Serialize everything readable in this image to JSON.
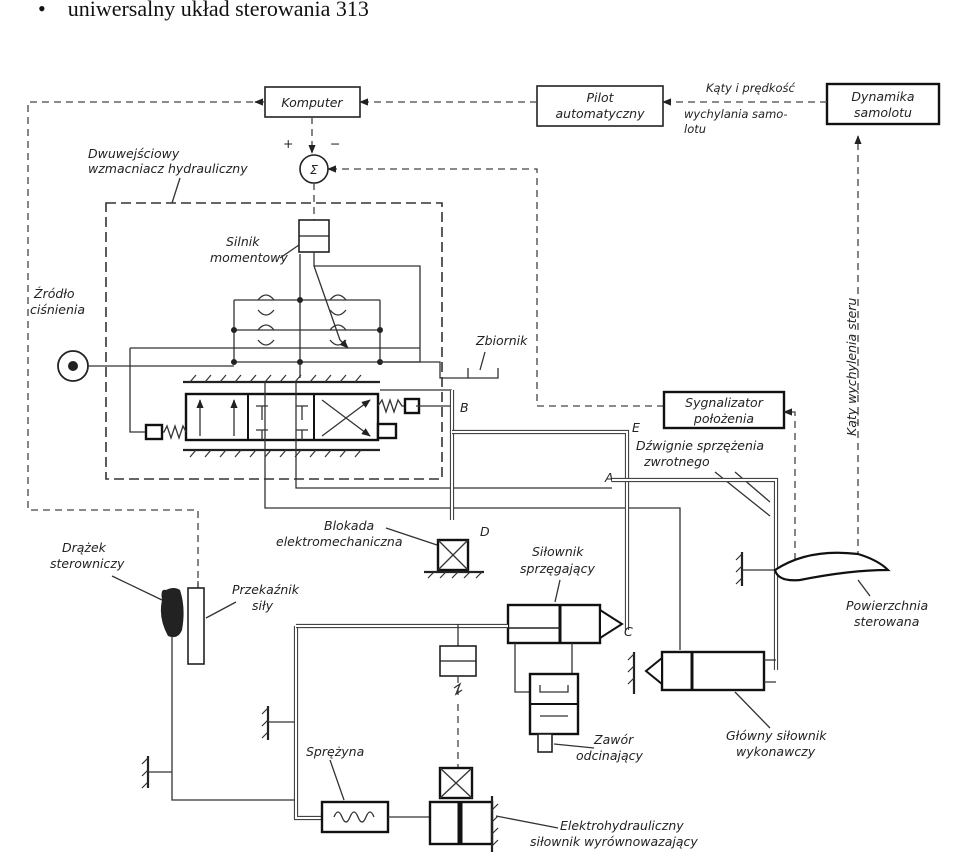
{
  "heading": {
    "bullet": "•",
    "text": "uniwersalny układ sterowania 313"
  },
  "labels": {
    "komputer": "Komputer",
    "pilot_1": "Pilot",
    "pilot_2": "automatyczny",
    "katy_1": "Kąty i prędkość",
    "katy_2": "wychylania samo-",
    "katy_3": "lotu",
    "dynamika_1": "Dynamika",
    "dynamika_2": "samolotu",
    "wzmacniacz_1": "Dwuwejściowy",
    "wzmacniacz_2": "wzmacniacz hydrauliczny",
    "plus": "+",
    "minus": "−",
    "sigma": "Σ",
    "silnik_1": "Silnik",
    "silnik_2": "momentowy",
    "zrodlo_1": "Źródło",
    "zrodlo_2": "ciśnienia",
    "zbiornik": "Zbiornik",
    "point_b": "B",
    "point_e": "E",
    "point_a": "A",
    "point_d": "D",
    "point_c": "C",
    "signalizator_1": "Sygnalizator",
    "signalizator_2": "położenia",
    "dzwignie_1": "Dźwignie sprzężenia",
    "dzwignie_2": "zwrotnego",
    "katy_steru": "Kąty wychylenia steru",
    "blokada_1": "Blokada",
    "blokada_2": "elektromechaniczna",
    "silownik_sp_1": "Siłownik",
    "silownik_sp_2": "sprzęgający",
    "drazek_1": "Drążek",
    "drazek_2": "sterowniczy",
    "przekaznik_1": "Przekaźnik",
    "przekaznik_2": "siły",
    "powierzchnia_1": "Powierzchnia",
    "powierzchnia_2": "sterowana",
    "glowny_1": "Główny siłownik",
    "glowny_2": "wykonawczy",
    "zawor_1": "Zawór",
    "zawor_2": "odcinający",
    "sprezyna": "Sprężyna",
    "elektro_1": "Elektrohydrauliczny",
    "elektro_2": "siłownik wyrównowazający"
  }
}
